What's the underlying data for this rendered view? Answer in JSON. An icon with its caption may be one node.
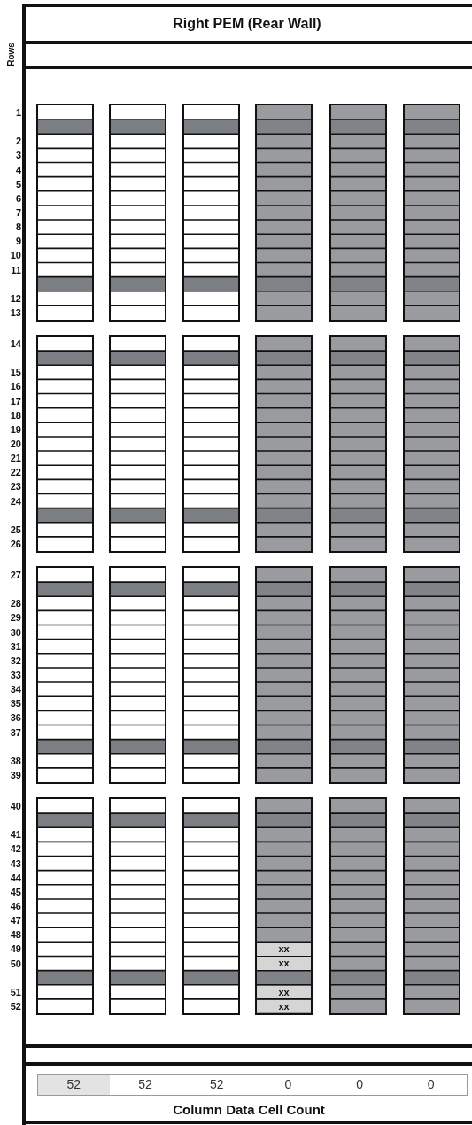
{
  "diagram": {
    "nodes": [
      {
        "text": [
          "Right PEM (Rear Wall)"
        ]
      },
      {
        "text": [],
        "shape": "box"
      },
      {
        "text": [],
        "shape": "box"
      },
      {
        "text": [],
        "shape": "box"
      },
      {
        "text": [],
        "shape": "box"
      },
      {
        "text": [],
        "shape": "box"
      },
      {
        "text": [],
        "shape": "box"
      },
      {
        "text": [],
        "shape": "box"
      },
      {
        "text": [],
        "shape": "box"
      },
      {
        "text": [],
        "shape": "box"
      },
      {
        "text": [],
        "shape": "box"
      },
      {
        "text": [],
        "shape": "box"
      },
      {
        "text": [],
        "shape": "box"
      },
      {
        "text": [],
        "shape": "box"
      },
      {
        "text": [],
        "shape": "box"
      },
      {
        "text": [],
        "shape": "box"
      },
      {
        "text": [],
        "shape": "box"
      },
      {
        "text": [],
        "shape": "box"
      },
      {
        "text": [],
        "shape": "box"
      },
      {
        "text": [],
        "shape": "box"
      },
      {
        "text": [],
        "shape": "box"
      },
      {
        "text": [],
        "shape": "box"
      },
      {
        "text": [],
        "shape": "box"
      },
      {
        "text": [],
        "shape": "box"
      },
      {
        "text": [],
        "shape": "box"
      },
      {
        "text": [],
        "shape": "box"
      },
      {
        "text": [
          "xx"
        ],
        "in": 23
      },
      {
        "text": [
          "xx"
        ],
        "in": 23
      },
      {
        "text": [
          "xx"
        ],
        "in": 23
      },
      {
        "text": [
          "xx"
        ],
        "in": 23
      },
      {
        "text": [],
        "shape": "box"
      }
    ],
    "labels": [
      "Rows",
      "1",
      "2",
      "3",
      "4",
      "5",
      "6",
      "7",
      "8",
      "9",
      "10",
      "11",
      "12",
      "13",
      "14",
      "15",
      "16",
      "17",
      "18",
      "19",
      "20",
      "21",
      "22",
      "23",
      "24",
      "25",
      "26",
      "27",
      "28",
      "29",
      "30",
      "31",
      "32",
      "33",
      "34",
      "35",
      "36",
      "37",
      "38",
      "39",
      "40",
      "41",
      "42",
      "43",
      "44",
      "45",
      "46",
      "47",
      "48",
      "49",
      "50",
      "51",
      "52",
      "52",
      "52",
      "52",
      "0",
      "0",
      "0",
      "Column Data Cell Count"
    ]
  }
}
